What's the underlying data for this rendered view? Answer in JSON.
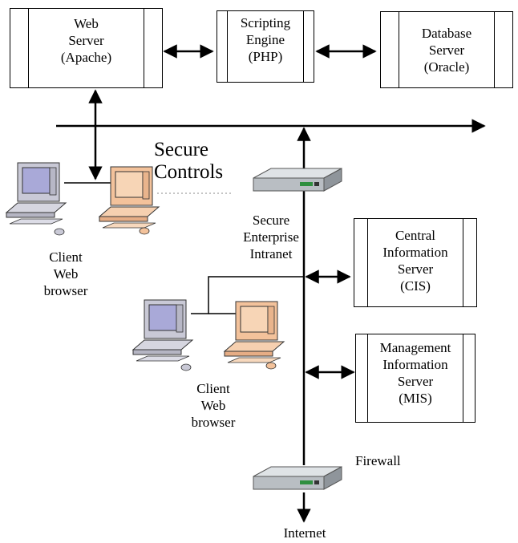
{
  "diagram": {
    "servers": [
      {
        "lines": [
          "Web",
          "Server",
          "(Apache)"
        ]
      },
      {
        "lines": [
          "Scripting",
          "Engine",
          "(PHP)"
        ]
      },
      {
        "lines": [
          "Database",
          "Server",
          "(Oracle)"
        ]
      },
      {
        "lines": [
          "Central",
          "Information",
          "Server",
          "(CIS)"
        ]
      },
      {
        "lines": [
          "Management",
          "Information",
          "Server",
          "(MIS)"
        ]
      }
    ],
    "secure_controls": [
      "Secure",
      "Controls"
    ],
    "intranet_label": [
      "Secure",
      "Enterprise",
      "Intranet"
    ],
    "client_top_label": [
      "Client",
      "Web",
      "browser"
    ],
    "client_mid_label": [
      "Client",
      "Web",
      "browser"
    ],
    "firewall_label": "Firewall",
    "internet_label": "Internet",
    "colors": {
      "line": "#000000",
      "monitor_gray": "#c9c9d6",
      "monitor_orange": "#f3c29b",
      "screen_blue": "#a9a9d8",
      "router": "#b9bec3"
    }
  }
}
